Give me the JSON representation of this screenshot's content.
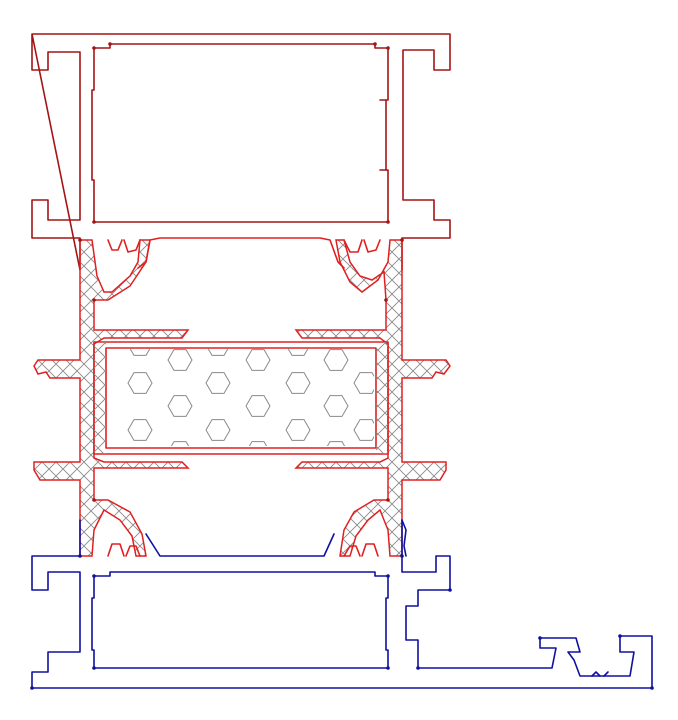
{
  "drawing": {
    "subject": "window-frame-profile-cross-section",
    "colors": {
      "upper_profile": "#a31515",
      "thermal_break": "#e02020",
      "lower_profile": "#1010a0",
      "hatch": "#8a8a8a",
      "background": "#ffffff"
    },
    "parts": [
      {
        "name": "upper-aluminium-profile",
        "color": "#a31515"
      },
      {
        "name": "polyamide-thermal-break-strips",
        "color": "#e02020"
      },
      {
        "name": "insulating-foam-core",
        "pattern": "hexagon"
      },
      {
        "name": "lower-aluminium-profile-with-sill-extension",
        "color": "#1010a0"
      }
    ]
  }
}
